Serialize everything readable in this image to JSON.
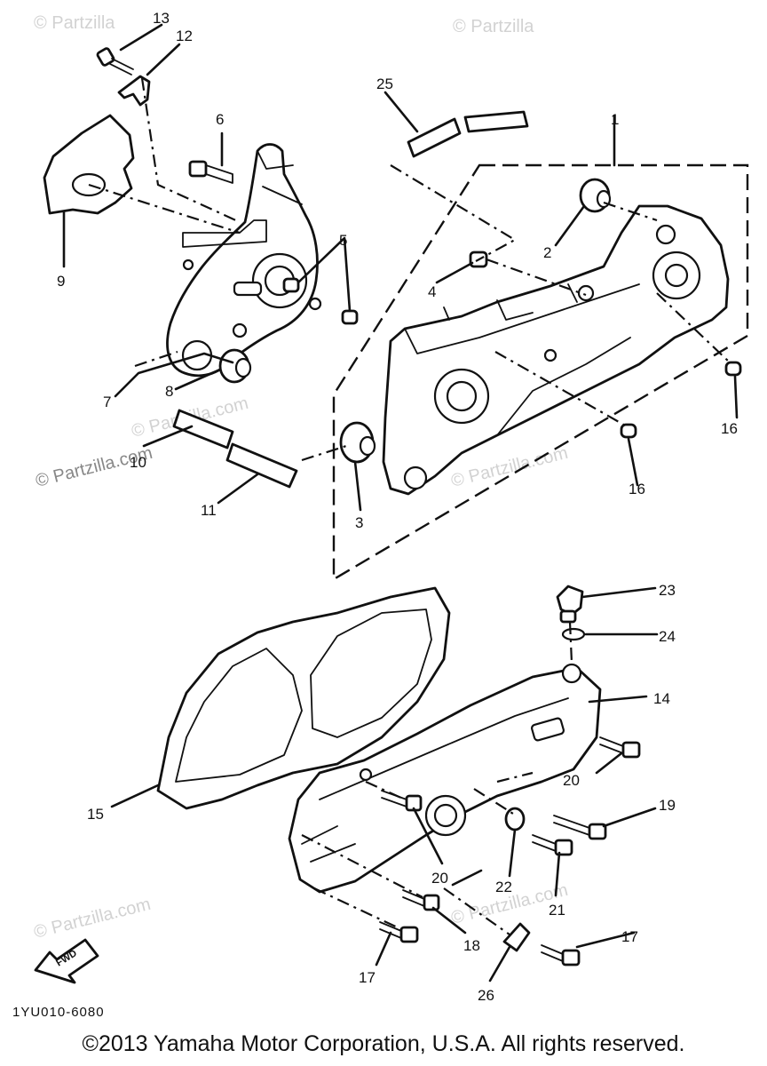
{
  "watermarks": [
    "© Partzilla",
    "© Partzilla",
    "© Partzilla.com",
    "© Partzilla.com",
    "© Partzilla.com",
    "© Partzilla.com",
    "© Partzilla.com"
  ],
  "callouts": [
    "1",
    "2",
    "3",
    "4",
    "5",
    "6",
    "7",
    "8",
    "9",
    "10",
    "11",
    "12",
    "13",
    "14",
    "15",
    "16",
    "16",
    "17",
    "17",
    "18",
    "19",
    "20",
    "20",
    "21",
    "22",
    "23",
    "24",
    "25",
    "26"
  ],
  "fwd_label": "FWD",
  "diagram_code": "1YU010-6080",
  "copyright": "©2013  Yamaha Motor Corporation, U.S.A. All rights reserved."
}
